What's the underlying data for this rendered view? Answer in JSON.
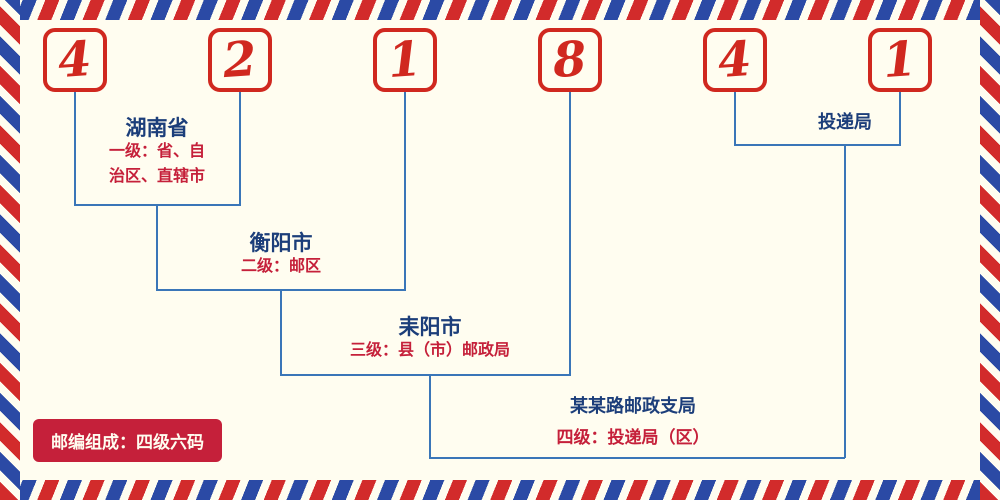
{
  "postal_code": {
    "digits": [
      "4",
      "2",
      "1",
      "8",
      "4",
      "1"
    ]
  },
  "levels": [
    {
      "name": "湖南省",
      "desc_lines": [
        "一级：省、自",
        "治区、直辖市"
      ]
    },
    {
      "name": "衡阳市",
      "desc": "二级：邮区"
    },
    {
      "name": "耒阳市",
      "desc": "三级：县（市）邮政局"
    },
    {
      "name": "某某路邮政支局",
      "desc": "四级：投递局（区）"
    }
  ],
  "delivery_office_label": "投递局",
  "badge_text": "邮编组成：四级六码",
  "colors": {
    "box_red": "#d0281f",
    "line_blue": "#3a76b8",
    "label_navy": "#1c3e7a",
    "desc_red": "#c5203a",
    "badge_red": "#c5203a",
    "badge_text": "#fffdf0",
    "background": "#fffdf0",
    "stripe_red": "#d22b2b",
    "stripe_blue": "#2b4aa5"
  }
}
